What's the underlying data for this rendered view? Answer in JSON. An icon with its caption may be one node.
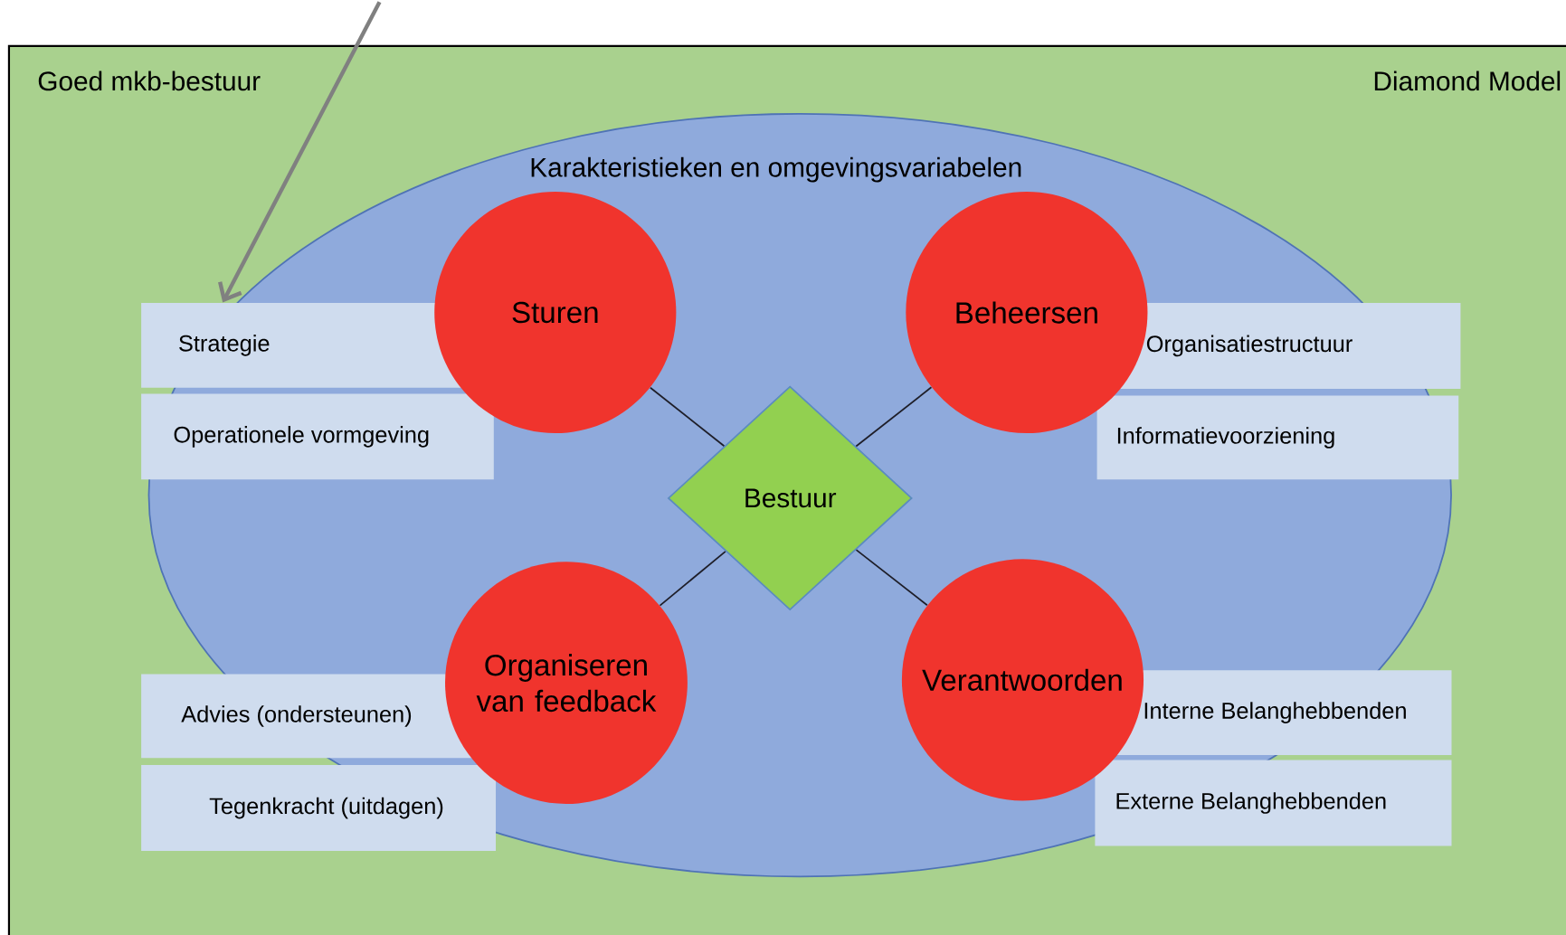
{
  "diagram": {
    "nodes": [
      {
        "text": [
          "Goed mkb-bestuur",
          "Diamond Model"
        ]
      },
      {
        "text": [
          "Karakteristieken en omgevingsvariabelen"
        ],
        "in": 0
      },
      {
        "text": [
          "Sturen"
        ],
        "in": 1
      },
      {
        "text": [
          "Beheersen"
        ],
        "in": 1
      },
      {
        "text": [
          "Bestuur"
        ],
        "in": 1
      },
      {
        "text": [
          "Organiseren van feedback"
        ],
        "in": 1
      },
      {
        "text": [
          "Verantwoorden"
        ],
        "in": 1
      },
      {
        "text": [
          "Strategie"
        ],
        "in": 1
      },
      {
        "text": [
          "Operationele vormgeving"
        ],
        "in": 1
      },
      {
        "text": [
          "Organisatiestructuur"
        ],
        "in": 1
      },
      {
        "text": [
          "Informatievoorziening"
        ],
        "in": 1
      },
      {
        "text": [
          "Advies (ondersteunen)"
        ],
        "in": 1
      },
      {
        "text": [
          "Tegenkracht (uitdagen)"
        ],
        "in": 0
      },
      {
        "text": [
          "Interne Belanghebbenden"
        ],
        "in": 1
      },
      {
        "text": [
          "Externe Belanghebbenden"
        ],
        "in": 0
      }
    ],
    "edges": [
      {
        "from": 4,
        "to": 2,
        "arrow": "none"
      },
      {
        "from": 4,
        "to": 3,
        "arrow": "none"
      },
      {
        "from": 4,
        "to": 5,
        "arrow": "none"
      },
      {
        "from": 4,
        "to": 6,
        "arrow": "none"
      },
      {
        "from": null,
        "to": 7,
        "arrow": "to",
        "style": "thick",
        "color": "#808080"
      }
    ]
  }
}
